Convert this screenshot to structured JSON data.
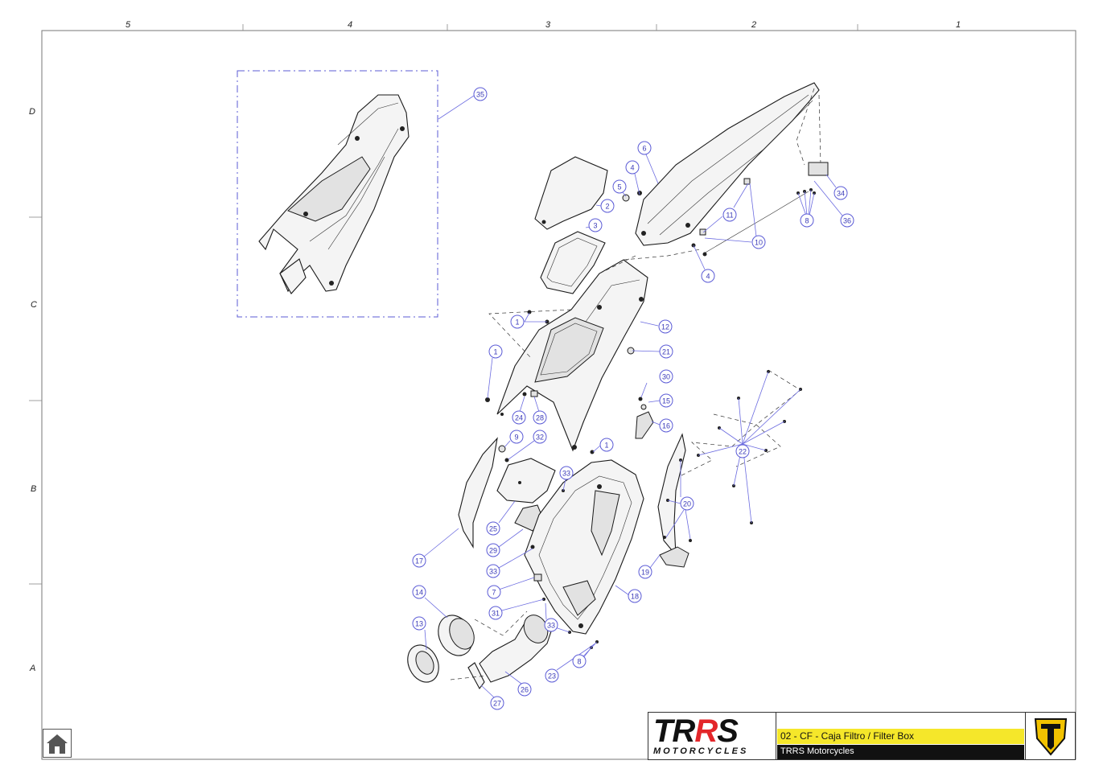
{
  "frame": {
    "columns": [
      "5",
      "4",
      "3",
      "2",
      "1"
    ],
    "rows": [
      "D",
      "C",
      "B",
      "A"
    ]
  },
  "callouts": [
    "35",
    "6",
    "4",
    "5",
    "2",
    "3",
    "11",
    "10",
    "34",
    "8",
    "36",
    "4",
    "12",
    "21",
    "1",
    "1",
    "30",
    "15",
    "16",
    "24",
    "28",
    "9",
    "32",
    "1",
    "22",
    "33",
    "20",
    "25",
    "29",
    "17",
    "33",
    "7",
    "19",
    "18",
    "14",
    "31",
    "13",
    "33",
    "23",
    "8",
    "26",
    "27"
  ],
  "title_block": {
    "logo_text_prefix": "TR",
    "logo_text_red": "R",
    "logo_text_suffix": "S",
    "logo_subtitle": "MOTORCYCLES",
    "drawing_title": "02 - CF - Caja Filtro / Filter Box",
    "company": "TRRS Motorcycles"
  },
  "icons": {
    "home": "home-icon",
    "badge": "trrs-shield-icon"
  },
  "colors": {
    "callout": "#5b5bd6",
    "title_bar": "#f5e72a",
    "company_bar": "#111111",
    "badge": "#f2c200",
    "logo_accent": "#e3262a"
  }
}
